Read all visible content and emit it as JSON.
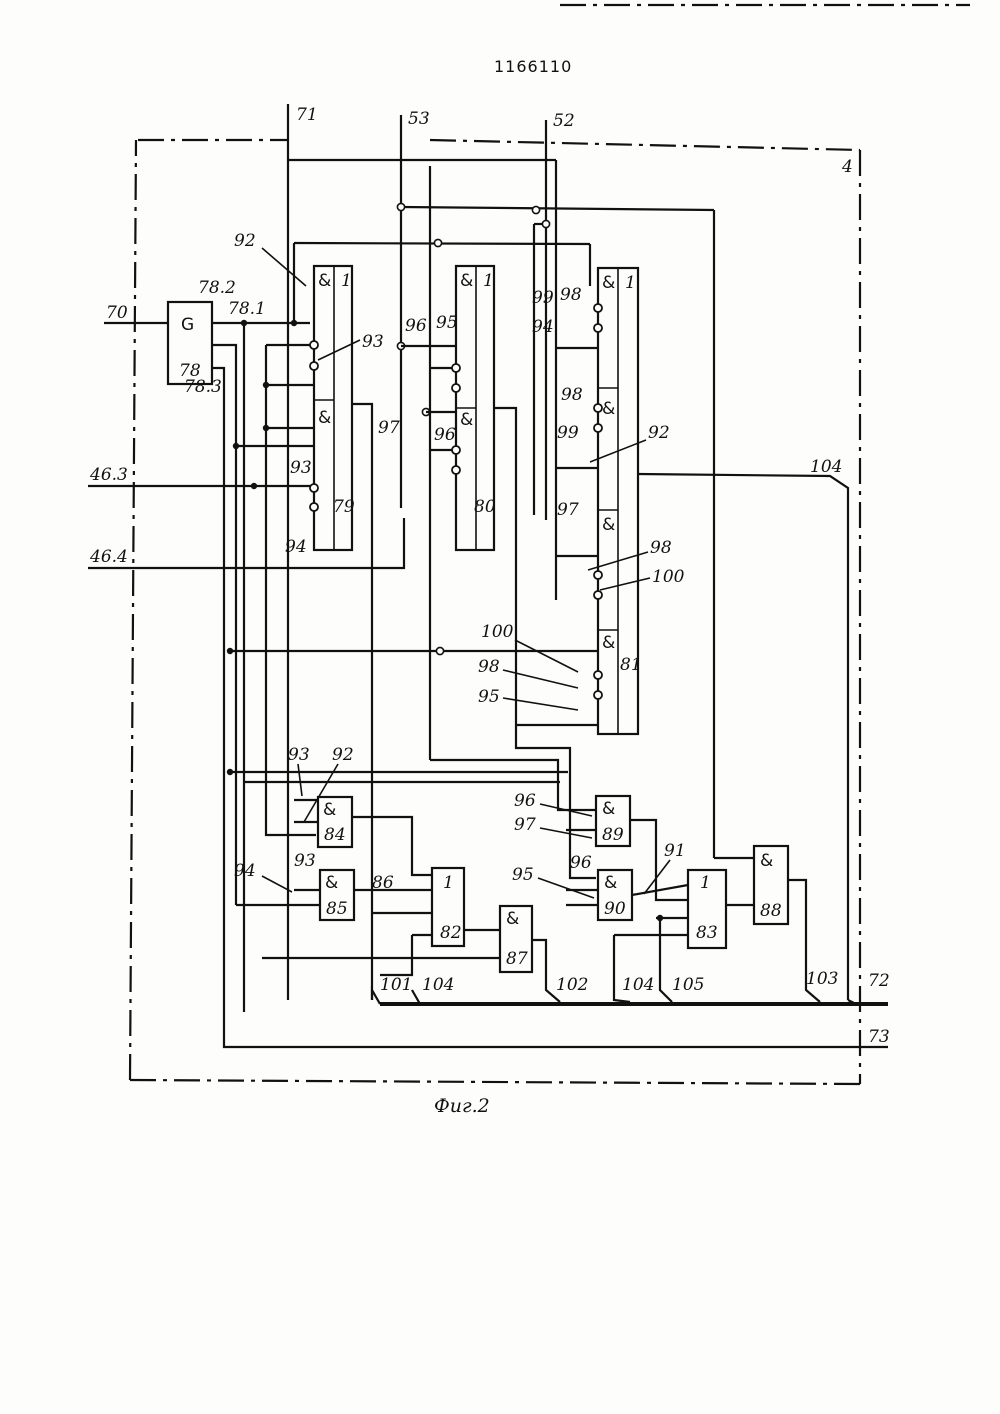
{
  "header": {
    "patent_number": "1166110"
  },
  "caption": "Фиг.2",
  "block_label": "4",
  "generator": {
    "symbol": "G",
    "number": "78"
  },
  "inputs": {
    "in70": "70",
    "in71": "71",
    "in53": "53",
    "in52": "52",
    "in46_3": "46.3",
    "in46_4": "46.4"
  },
  "outputs": {
    "out72": "72",
    "out73": "73"
  },
  "generator_outputs": {
    "o78_1": "78.1",
    "o78_2": "78.2",
    "o78_3": "78.3"
  },
  "symbols": {
    "and": "&",
    "or": "1"
  },
  "gate_numbers": {
    "g79": "79",
    "g80": "80",
    "g81": "81",
    "g82": "82",
    "g83": "83",
    "g84": "84",
    "g85": "85",
    "g87": "87",
    "g88": "88",
    "g89": "89",
    "g90": "90"
  },
  "wire_labels": {
    "n86": "86",
    "n91": "91",
    "n92": "92",
    "n93": "93",
    "n94": "94",
    "n95": "95",
    "n96": "96",
    "n97": "97",
    "n98": "98",
    "n99": "99",
    "n100": "100",
    "n101": "101",
    "n102": "102",
    "n103": "103",
    "n104": "104",
    "n105": "105"
  }
}
